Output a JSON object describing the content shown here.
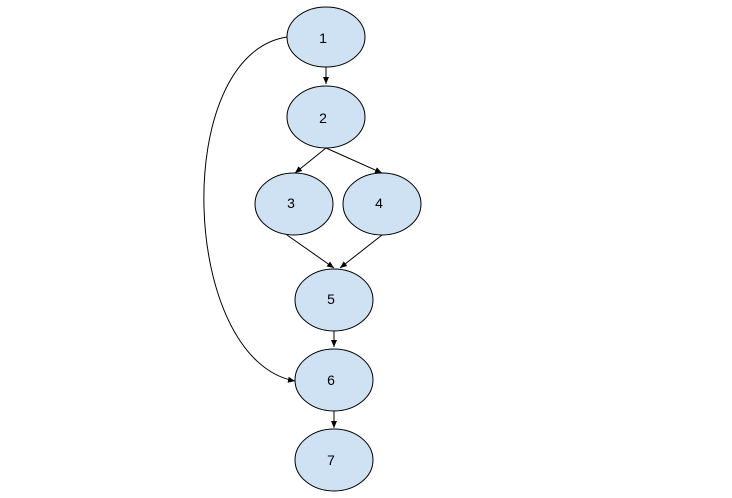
{
  "diagram": {
    "nodes": [
      {
        "id": "n1",
        "label": "1"
      },
      {
        "id": "n2",
        "label": "2"
      },
      {
        "id": "n3",
        "label": "3"
      },
      {
        "id": "n4",
        "label": "4"
      },
      {
        "id": "n5",
        "label": "5"
      },
      {
        "id": "n6",
        "label": "6"
      },
      {
        "id": "n7",
        "label": "7"
      }
    ],
    "edges": [
      {
        "from": "1",
        "to": "2"
      },
      {
        "from": "2",
        "to": "3"
      },
      {
        "from": "2",
        "to": "4"
      },
      {
        "from": "3",
        "to": "5"
      },
      {
        "from": "4",
        "to": "5"
      },
      {
        "from": "5",
        "to": "6"
      },
      {
        "from": "1",
        "to": "6"
      },
      {
        "from": "6",
        "to": "7"
      }
    ],
    "colors": {
      "node_fill": "#cfe2f3",
      "node_stroke": "#000000",
      "edge": "#000000"
    }
  }
}
